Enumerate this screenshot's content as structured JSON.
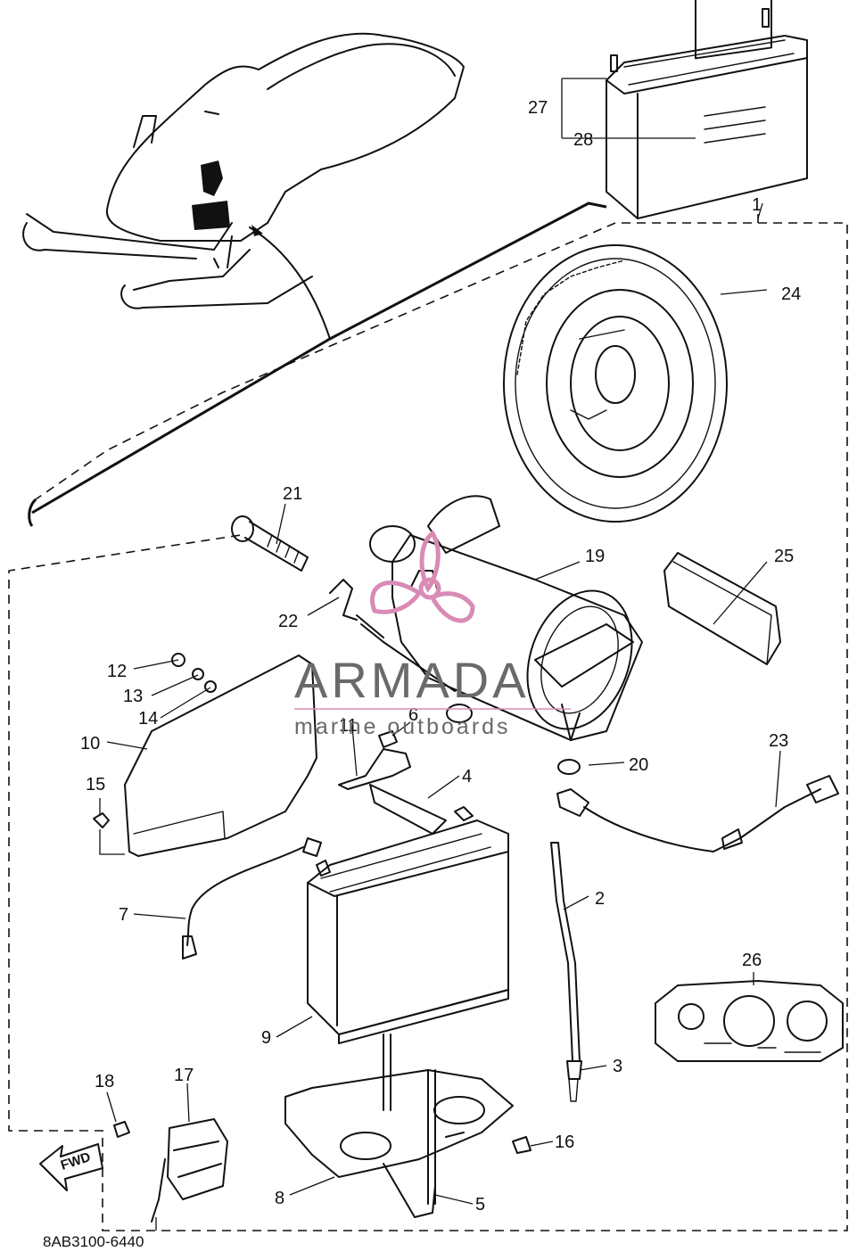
{
  "diagram": {
    "code": "8AB3100-6440",
    "fwd_label": "FWD",
    "watermark": {
      "title": "ARMADA",
      "subtitle": "marine outboards",
      "color": "#d98bb5"
    },
    "callouts": [
      "1",
      "2",
      "3",
      "4",
      "5",
      "6",
      "7",
      "8",
      "9",
      "10",
      "11",
      "12",
      "13",
      "14",
      "15",
      "16",
      "17",
      "18",
      "19",
      "20",
      "21",
      "22",
      "23",
      "24",
      "25",
      "26",
      "27",
      "28"
    ]
  }
}
